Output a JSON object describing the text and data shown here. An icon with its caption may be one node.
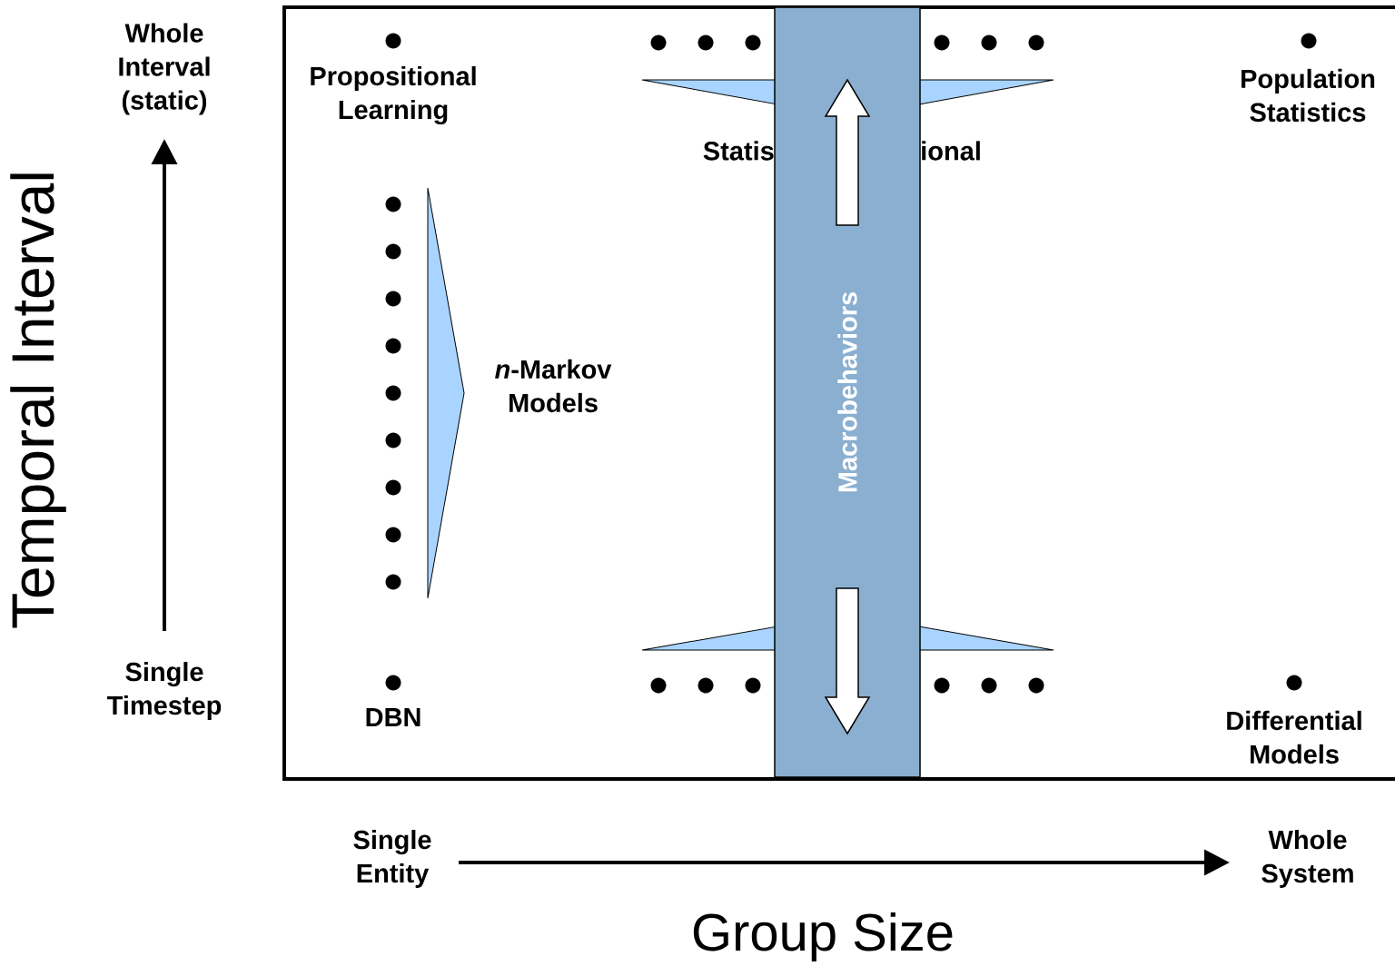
{
  "diagram": {
    "nodes": [
      {
        "text": [
          "Macrobehaviors"
        ]
      }
    ],
    "labels": [
      "Whole Interval (static)",
      "Temporal Interval",
      "Single Timestep",
      "Propositional Learning",
      "Population Statistics",
      "Statis",
      "ional",
      "*n*-Markov Models",
      "DBN",
      "Differential Models",
      "Single Entity",
      "Whole System",
      "Group Size"
    ]
  }
}
